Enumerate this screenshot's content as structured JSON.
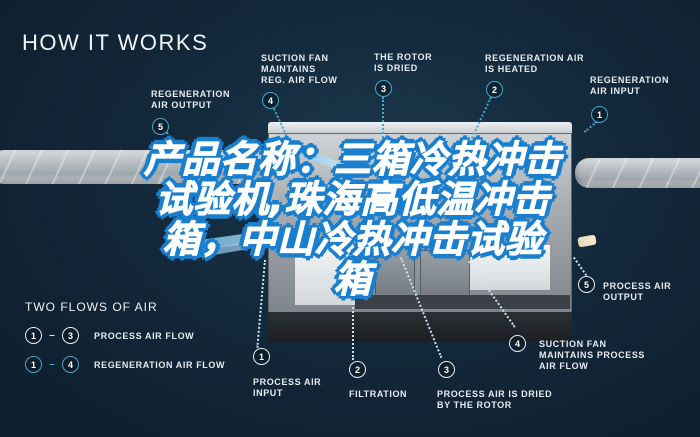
{
  "title": "HOW IT WORKS",
  "overlay_caption": "产品名称：三箱冷热冲击试验机,珠海高低温冲击箱，中山冷热冲击试验箱",
  "overlay_lines": [
    "产品名称：三箱冷热冲击",
    "试验机,珠海高低温冲击",
    "箱，中山冷热冲击试验",
    "箱"
  ],
  "colors": {
    "background": "#13283a",
    "overlay_outline": "#1a7fcf",
    "regeneration_accent": "#4aa6c8",
    "process_accent": "#e8eef3"
  },
  "top_callouts": [
    {
      "num": "5",
      "label": "REGENERATION\nAIR OUTPUT"
    },
    {
      "num": "4",
      "label": "SUCTION FAN\nMAINTAINS\nREG. AIR FLOW"
    },
    {
      "num": "3",
      "label": "THE ROTOR\nIS DRIED"
    },
    {
      "num": "2",
      "label": "REGENERATION AIR\nIS HEATED"
    },
    {
      "num": "1",
      "label": "REGENERATION\nAIR INPUT"
    }
  ],
  "bottom_callouts": [
    {
      "num": "1",
      "label": "PROCESS AIR\nINPUT"
    },
    {
      "num": "2",
      "label": "FILTRATION"
    },
    {
      "num": "3",
      "label": "PROCESS AIR IS DRIED\nBY THE ROTOR"
    },
    {
      "num": "4",
      "label": "SUCTION FAN\nMAINTAINS PROCESS\nAIR FLOW"
    },
    {
      "num": "5",
      "label": "PROCESS AIR\nOUTPUT"
    }
  ],
  "legend": {
    "title": "TWO FLOWS OF AIR",
    "rows": [
      {
        "from": "1",
        "dash": "–",
        "to": "3",
        "label": "PROCESS AIR FLOW"
      },
      {
        "from": "1",
        "dash": "–",
        "to": "4",
        "label": "REGENERATION AIR FLOW"
      }
    ]
  }
}
